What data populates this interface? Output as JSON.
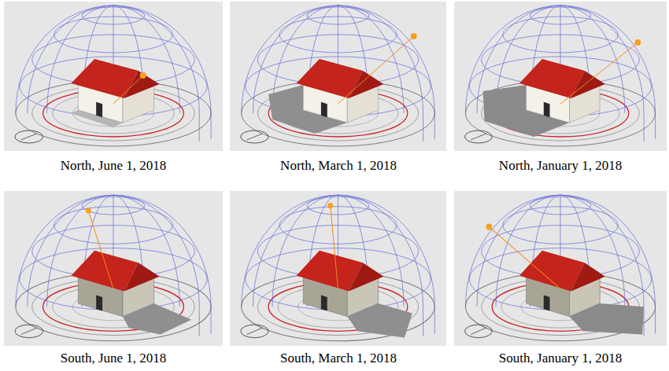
{
  "diagram": {
    "labels": [
      "North, June 1, 2018",
      "North, March 1, 2018",
      "North, January 1, 2018",
      "South, June 1, 2018",
      "South, March 1, 2018",
      "South, January 1, 2018"
    ]
  }
}
